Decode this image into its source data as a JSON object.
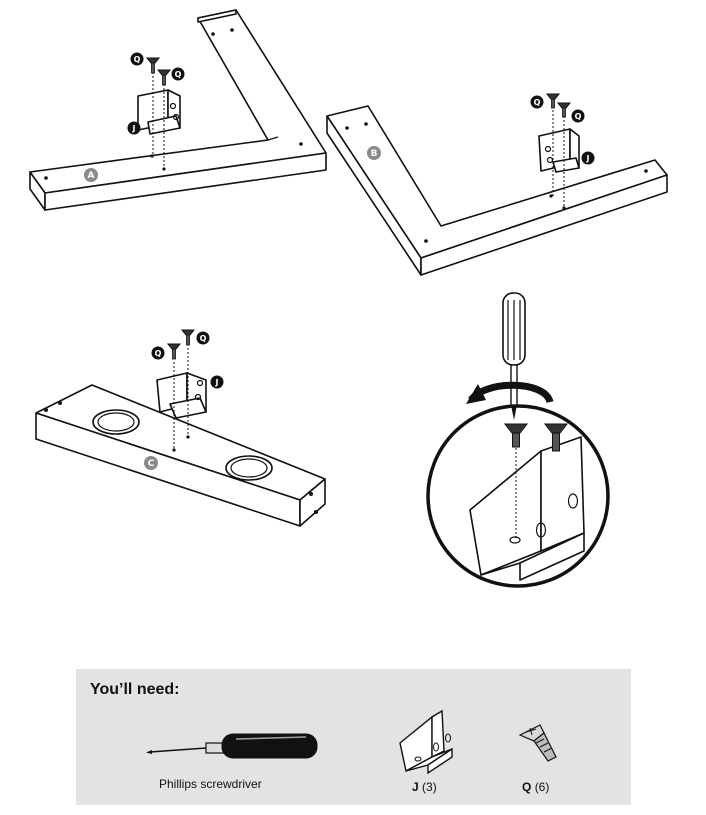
{
  "parts": {
    "frame_a": "A",
    "frame_b": "B",
    "bar_c": "C",
    "bracket": "J",
    "screw": "Q"
  },
  "needs": {
    "title": "You’ll need:",
    "screwdriver": "Phillips screwdriver",
    "bracket_letter": "J",
    "bracket_qty": "(3)",
    "screw_letter": "Q",
    "screw_qty": "(6)"
  }
}
